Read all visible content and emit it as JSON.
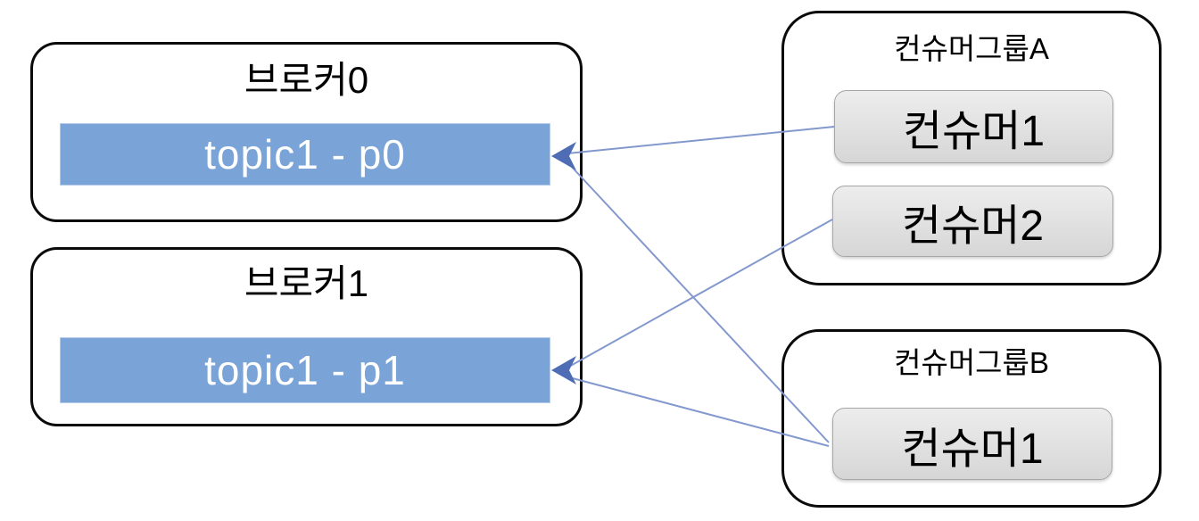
{
  "diagram": {
    "title": "Kafka brokers / consumer groups diagram",
    "colors": {
      "partition_fill": "#7AA4D8",
      "partition_text": "#FFFFFF",
      "line": "#8399CE",
      "arrowhead": "#4F6DB5",
      "box_border": "#0A0A0A",
      "consumer_fill_top": "#EDEDED",
      "consumer_fill_bottom": "#D6D6D6",
      "consumer_border": "#A6A6A6",
      "text": "#000000"
    },
    "brokers": [
      {
        "title": "브로커0",
        "partition": "topic1 - p0"
      },
      {
        "title": "브로커1",
        "partition": "topic1 - p1"
      }
    ],
    "consumer_groups": [
      {
        "title": "컨슈머그룹A",
        "consumers": [
          "컨슈머1",
          "컨슈머2"
        ]
      },
      {
        "title": "컨슈머그룹B",
        "consumers": [
          "컨슈머1"
        ]
      }
    ],
    "connections": [
      {
        "from": "컨슈머그룹A.컨슈머1",
        "to": "브로커0.topic1 - p0"
      },
      {
        "from": "컨슈머그룹A.컨슈머2",
        "to": "브로커1.topic1 - p1"
      },
      {
        "from": "컨슈머그룹B.컨슈머1",
        "to": "브로커0.topic1 - p0"
      },
      {
        "from": "컨슈머그룹B.컨슈머1",
        "to": "브로커1.topic1 - p1"
      }
    ]
  }
}
